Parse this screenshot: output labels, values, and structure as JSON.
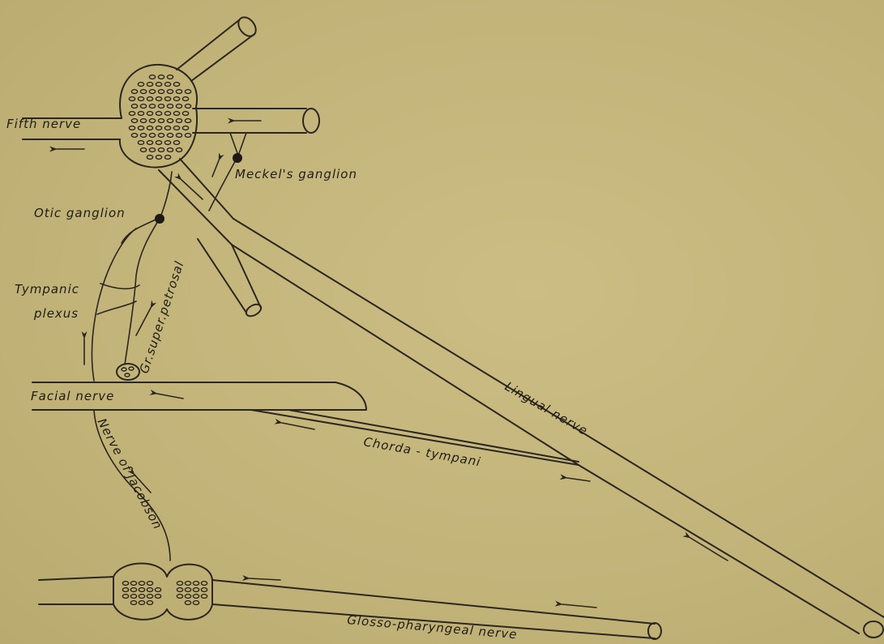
{
  "labels": {
    "fifth_nerve": "Fifth nerve",
    "meckels_ganglion": "Meckel's ganglion",
    "otic_ganglion": "Otic ganglion",
    "tympanic": "Tympanic",
    "plexus": "plexus",
    "gr_super_petrosal": "Gr.super.petrosal",
    "facial_nerve": "Facial nerve",
    "lingual_nerve": "Lingual nerve",
    "chorda_tympani": "Chorda - tympani",
    "nerve_of_jacobson": "Nerve of Jacobson",
    "glosso_pharyngeal_nerve": "Glosso-pharyngeal nerve"
  },
  "colors": {
    "paper": "#c4b67a",
    "ink": "#2b2620"
  }
}
